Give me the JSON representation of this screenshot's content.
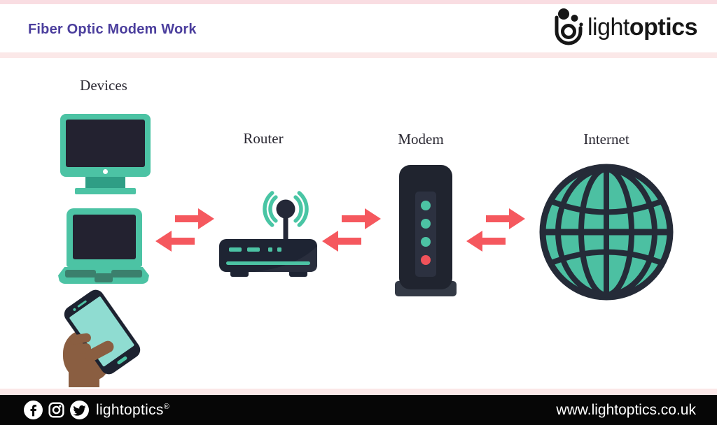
{
  "header": {
    "title": "Fiber Optic Modem Work",
    "logo": {
      "light": "light",
      "bold": "optics"
    }
  },
  "diagram": {
    "devices_label": "Devices",
    "router_label": "Router",
    "modem_label": "Modem",
    "internet_label": "Internet",
    "flow": [
      "Devices",
      "Router",
      "Modem",
      "Internet"
    ],
    "arrows": "bidirectional"
  },
  "footer": {
    "brand": "lightoptics",
    "registered": "®",
    "website": "www.lightoptics.co.uk",
    "social_icons": [
      "facebook",
      "instagram",
      "twitter"
    ]
  },
  "colors": {
    "teal": "#4cc3a4",
    "dark": "#1d2230",
    "screen": "#232230",
    "stand": "#2f9e85",
    "keys": "#3b806d",
    "arrow": "#f5585e",
    "red": "#f0525a",
    "purple": "#4b3e9d",
    "pink_top": "#f9dde2",
    "pink_band": "#fbe8e8",
    "hand": "#8a5e41",
    "phone_screen": "#8fdcd1",
    "footer_bg": "#060606"
  }
}
